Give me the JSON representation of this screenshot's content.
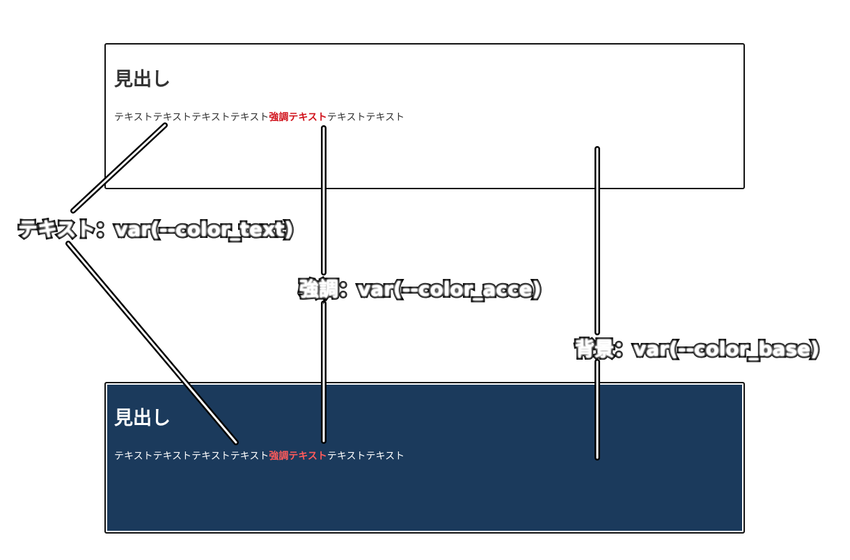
{
  "sample": {
    "heading": "見出し",
    "text_before": "テキストテキストテキストテキスト",
    "text_accent": "強調テキスト",
    "text_after": "テキストテキスト"
  },
  "callouts": {
    "text": "テキスト：var(--color_text)",
    "accent": "強調：var(--color_acce)",
    "base": "背景：var(--color_base)"
  },
  "colors": {
    "base_dark": "#1b3a5c",
    "text_light": "#333333",
    "accent_light": "#d0121b",
    "accent_dark": "#ff5b5b"
  }
}
